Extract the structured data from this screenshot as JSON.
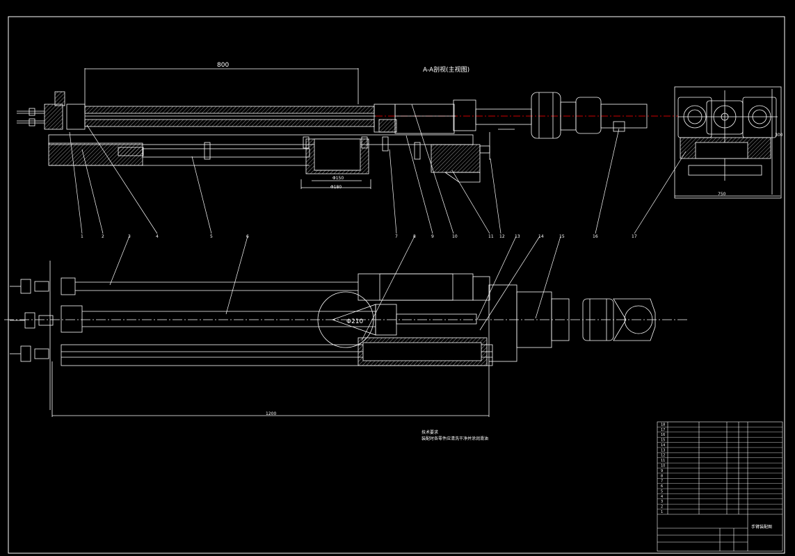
{
  "drawing": {
    "view_label": "A-A剖视(主视图)",
    "dimensions": {
      "top_length": "800",
      "base_bore": "Φ150",
      "base_width": "Φ180",
      "overall_length": "1200",
      "side_width": "750",
      "side_height": "300",
      "flange_label": "Φ210"
    },
    "part_callouts": [
      "1",
      "2",
      "3",
      "4",
      "5",
      "6",
      "7",
      "8",
      "9",
      "10",
      "11",
      "12",
      "13",
      "14",
      "15",
      "16",
      "17"
    ],
    "notes": {
      "title": "技术要求",
      "line": "装配时各零件应清洗干净并涂润滑油"
    },
    "title_block": {
      "title": "手臂装配图",
      "rows": [
        "18",
        "17",
        "16",
        "15",
        "14",
        "13",
        "12",
        "11",
        "10",
        "9",
        "8",
        "7",
        "6",
        "5",
        "4",
        "3",
        "2",
        "1"
      ]
    },
    "colors": {
      "background": "#000000",
      "lines": "#ffffff",
      "centerline": "#cc0000"
    }
  }
}
